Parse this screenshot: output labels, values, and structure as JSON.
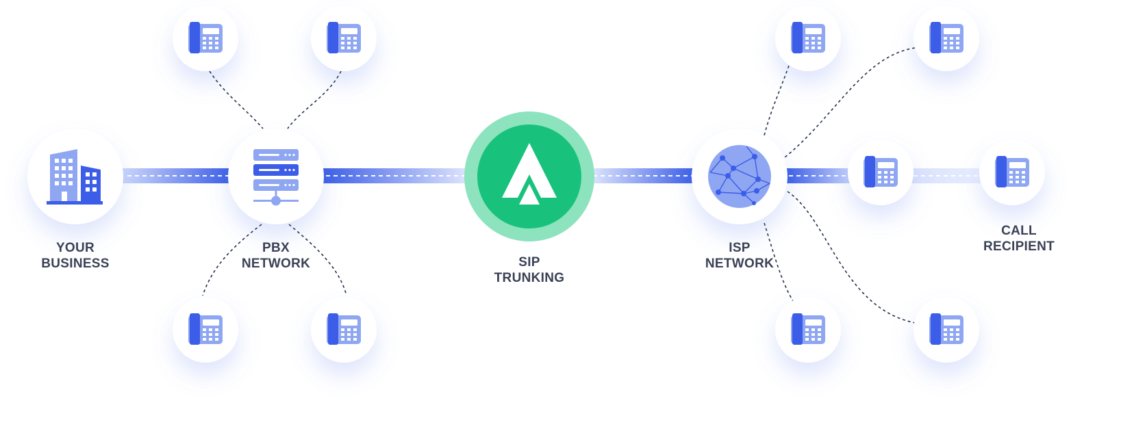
{
  "nodes": {
    "business": {
      "label_line1": "YOUR",
      "label_line2": "BUSINESS",
      "icon": "office-building-icon"
    },
    "pbx": {
      "label_line1": "PBX",
      "label_line2": "NETWORK",
      "icon": "server-icon"
    },
    "sip": {
      "label_line1": "SIP",
      "label_line2": "TRUNKING",
      "icon": "sip-trunk-logo-icon"
    },
    "isp": {
      "label_line1": "ISP",
      "label_line2": "NETWORK",
      "icon": "globe-network-icon"
    },
    "recipient": {
      "label_line1": "CALL",
      "label_line2": "RECIPIENT",
      "icon": "desk-phone-icon"
    }
  },
  "phones": {
    "icon": "desk-phone-icon",
    "pbx_count": 4,
    "isp_count": 6
  },
  "colors": {
    "primary_blue": "#3b5de7",
    "light_blue": "#8fa6f2",
    "sip_green": "#18c27d",
    "sip_ring": "#8ce3bd",
    "label_text": "#3a4155",
    "dotted_line": "#26314a"
  }
}
